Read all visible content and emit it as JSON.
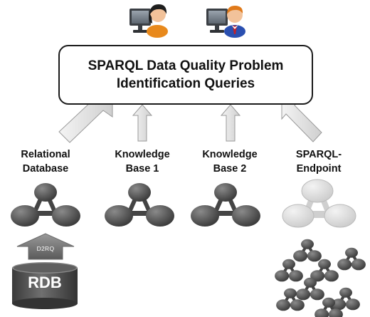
{
  "users": [
    {
      "name": "user-icon-female"
    },
    {
      "name": "user-icon-male"
    }
  ],
  "query_box": {
    "line1": "SPARQL Data Quality Problem",
    "line2": "Identification Queries"
  },
  "sources": [
    {
      "id": "relational-database",
      "lines": [
        "Relational",
        "Database"
      ]
    },
    {
      "id": "knowledge-base-1",
      "lines": [
        "Knowledge",
        "Base 1"
      ]
    },
    {
      "id": "knowledge-base-2",
      "lines": [
        "Knowledge",
        "Base 2"
      ]
    },
    {
      "id": "sparql-endpoint",
      "lines": [
        "SPARQL-",
        "Endpoint"
      ]
    }
  ],
  "d2rq_label": "D2RQ",
  "rdb_label": "RDB",
  "colors": {
    "box_border": "#1a1a1a",
    "arrow_fill": "#e6e6e6",
    "arrow_stroke": "#9a9a9a",
    "graph_dark": "#4a4a4a",
    "graph_light": "#d8d8d8",
    "cylinder": "#4d4d4d",
    "shirt_orange": "#e8891c",
    "shirt_blue": "#2a4fb0"
  }
}
